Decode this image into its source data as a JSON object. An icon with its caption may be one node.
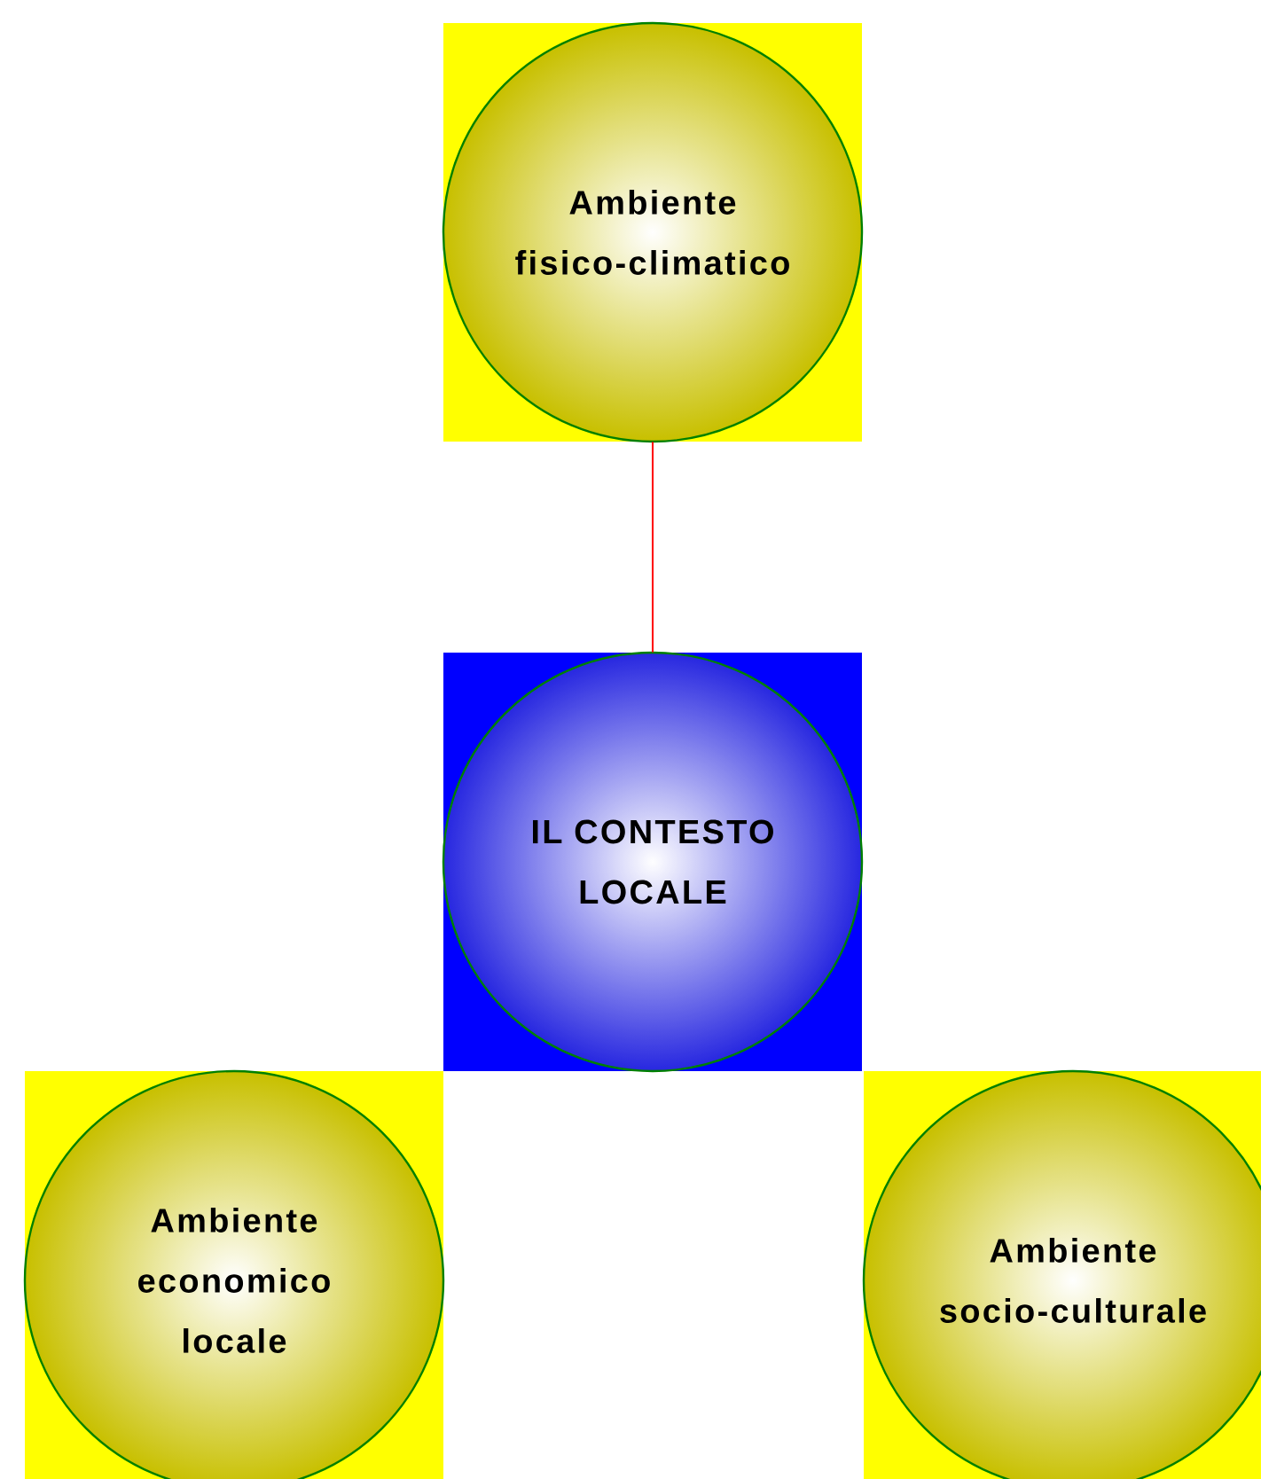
{
  "diagram": {
    "nodes": [
      {
        "text": [
          "Ambiente fisico-climatico"
        ]
      },
      {
        "text": [
          "IL CONTESTO LOCALE"
        ]
      },
      {
        "text": [
          "Ambiente economico locale"
        ]
      },
      {
        "text": [
          "Ambiente socio-culturale"
        ]
      }
    ],
    "edges": [
      {
        "from": 0,
        "to": 1,
        "arrow": "none"
      }
    ]
  }
}
